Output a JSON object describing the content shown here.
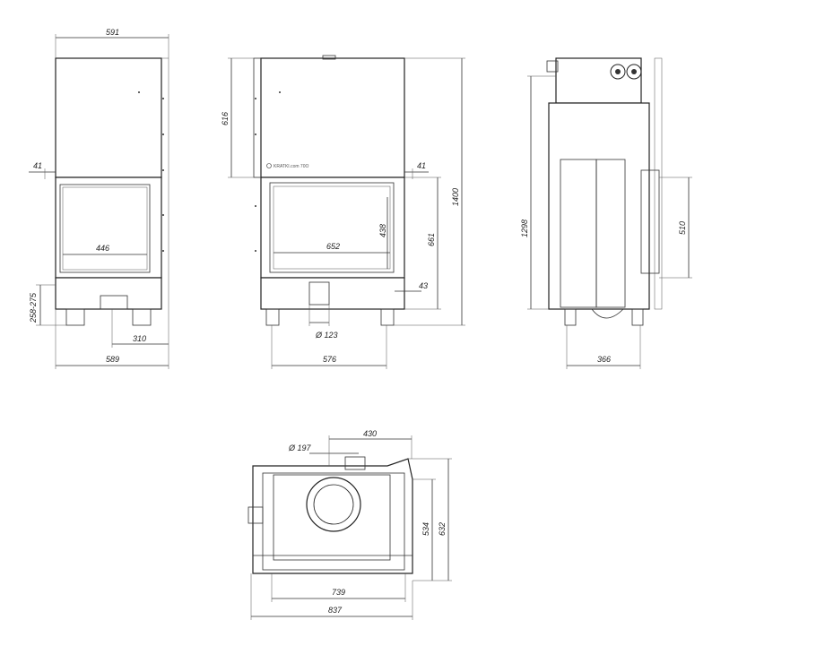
{
  "brand_label": "KRATKI.com 70O",
  "dimensions": {
    "front_left": {
      "width_top": "591",
      "d41": "41",
      "glass_width": "446",
      "leg_range": "258-275",
      "d310": "310",
      "width_bottom": "589"
    },
    "front_right": {
      "height_top": "616",
      "d41": "41",
      "d652": "652",
      "d438": "438",
      "d661": "661",
      "height_total": "1400",
      "d43": "43",
      "flue_diam": "Ø 123",
      "width_bottom": "576"
    },
    "side": {
      "height": "1298",
      "d510": "510",
      "depth": "366"
    },
    "plan": {
      "flue_diam": "Ø 197",
      "d430": "430",
      "d534": "534",
      "d632": "632",
      "d739": "739",
      "d837": "837"
    }
  }
}
